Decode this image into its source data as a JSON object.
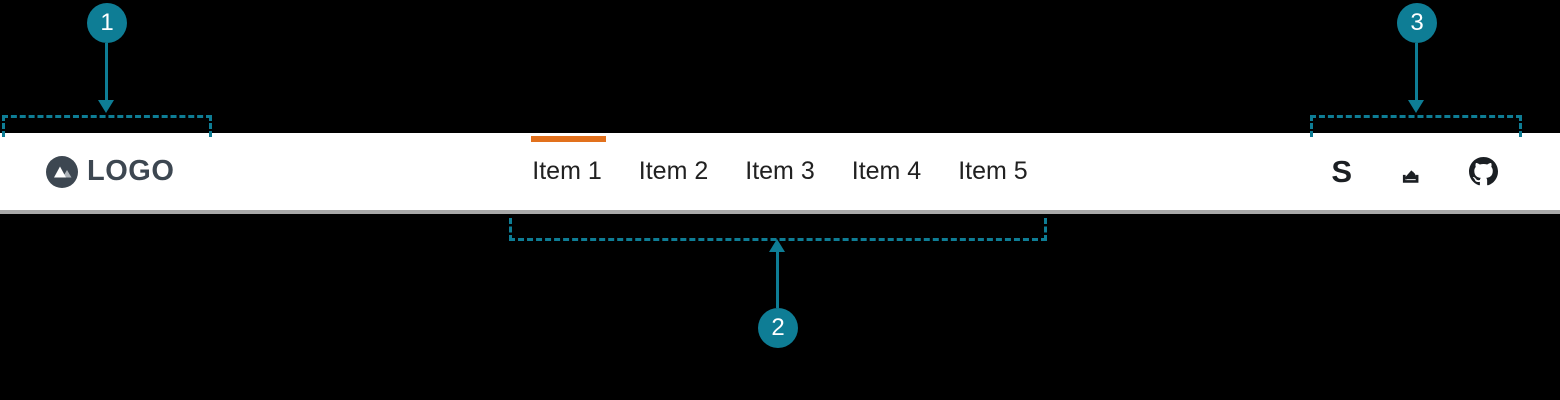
{
  "theme": {
    "background": "#000000",
    "navbar_background": "#ffffff",
    "navbar_border": "#a9a9a9",
    "accent_orange": "#e2711d",
    "annotation_teal": "#0e7d95",
    "logo_slate": "#3d4751",
    "nav_text": "#212121",
    "icon_black": "#1b1f23"
  },
  "navbar": {
    "logo": {
      "label": "LOGO"
    },
    "items": [
      {
        "label": "Item 1",
        "active": true
      },
      {
        "label": "Item 2",
        "active": false
      },
      {
        "label": "Item 3",
        "active": false
      },
      {
        "label": "Item 4",
        "active": false
      },
      {
        "label": "Item 5",
        "active": false
      }
    ],
    "social": {
      "s_glyph": "S"
    }
  },
  "annotations": {
    "callouts": [
      {
        "number": "1"
      },
      {
        "number": "2"
      },
      {
        "number": "3"
      }
    ]
  }
}
